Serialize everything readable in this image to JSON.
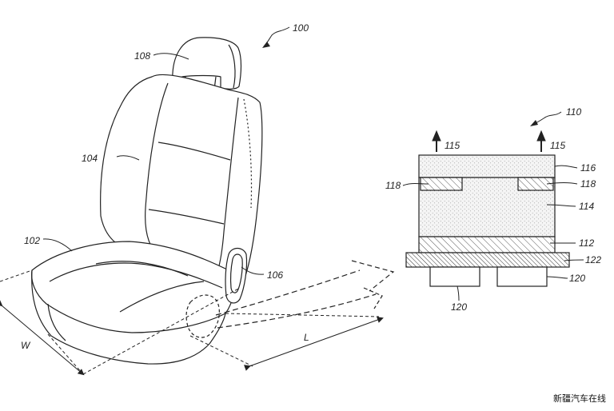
{
  "labels": {
    "r100": "100",
    "r108": "108",
    "r104": "104",
    "r102": "102",
    "r106": "106",
    "rW": "W",
    "rL": "L",
    "r110": "110",
    "r115a": "115",
    "r115b": "115",
    "r116": "116",
    "r118a": "118",
    "r118b": "118",
    "r114": "114",
    "r112": "112",
    "r122": "122",
    "r120a": "120",
    "r120b": "120"
  },
  "watermark": "新疆汽车在线",
  "colors": {
    "line": "#222222",
    "layer_fill": "#eeeeee",
    "hatch": "#555555"
  }
}
